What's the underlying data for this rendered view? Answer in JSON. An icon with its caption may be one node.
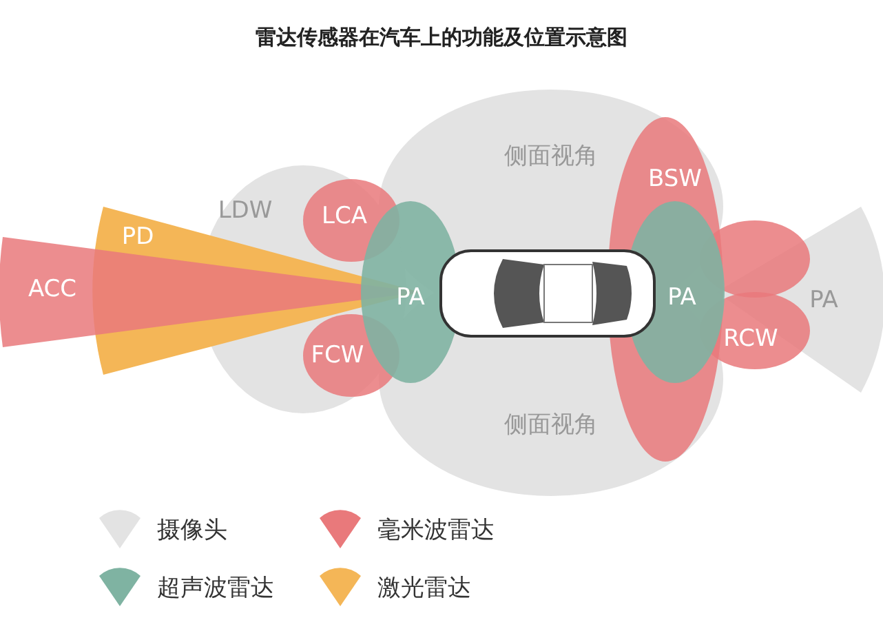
{
  "diagram": {
    "title": "雷达传感器在汽车上的功能及位置示意图",
    "labels": [
      "侧面视角",
      "BSW",
      "LDW",
      "LCA",
      "PD",
      "ACC",
      "PA",
      "PA",
      "PA",
      "FCW",
      "RCW",
      "侧面视角"
    ],
    "legend": [
      {
        "text": "摄像头",
        "color": "#e3e3e3"
      },
      {
        "text": "毫米波雷达",
        "color": "#e9797b"
      },
      {
        "text": "超声波雷达",
        "color": "#7fb3a2"
      },
      {
        "text": "激光雷达",
        "color": "#f4b657"
      }
    ]
  }
}
